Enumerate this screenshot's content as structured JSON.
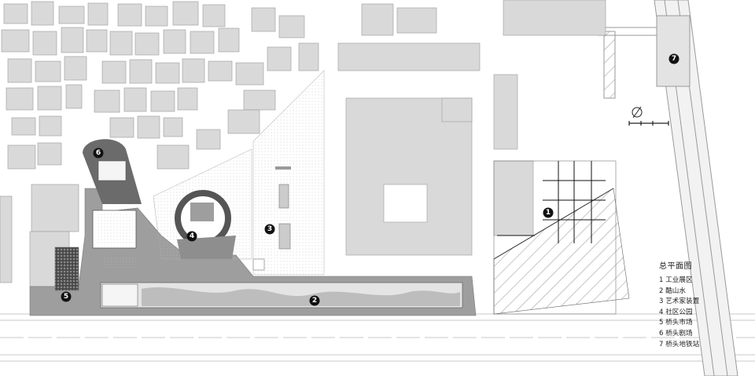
{
  "plan": {
    "legend": {
      "title": "总平面图",
      "items": [
        {
          "n": "1",
          "label": "工业展区"
        },
        {
          "n": "2",
          "label": "酷山水"
        },
        {
          "n": "3",
          "label": "艺术家装置"
        },
        {
          "n": "4",
          "label": "社区公园"
        },
        {
          "n": "5",
          "label": "桥头市场"
        },
        {
          "n": "6",
          "label": "桥头剧场"
        },
        {
          "n": "7",
          "label": "桥头地铁站"
        }
      ]
    },
    "markers": [
      "1",
      "2",
      "3",
      "4",
      "5",
      "6",
      "7"
    ],
    "colors": {
      "building": "#d9d9d9",
      "building_stroke": "#9a9a9a",
      "plaza": "#9e9e9e",
      "road_line": "#c8c8c8",
      "marker": "#111111"
    },
    "icons": [
      "north-arrow-icon",
      "scale-bar-icon"
    ]
  }
}
